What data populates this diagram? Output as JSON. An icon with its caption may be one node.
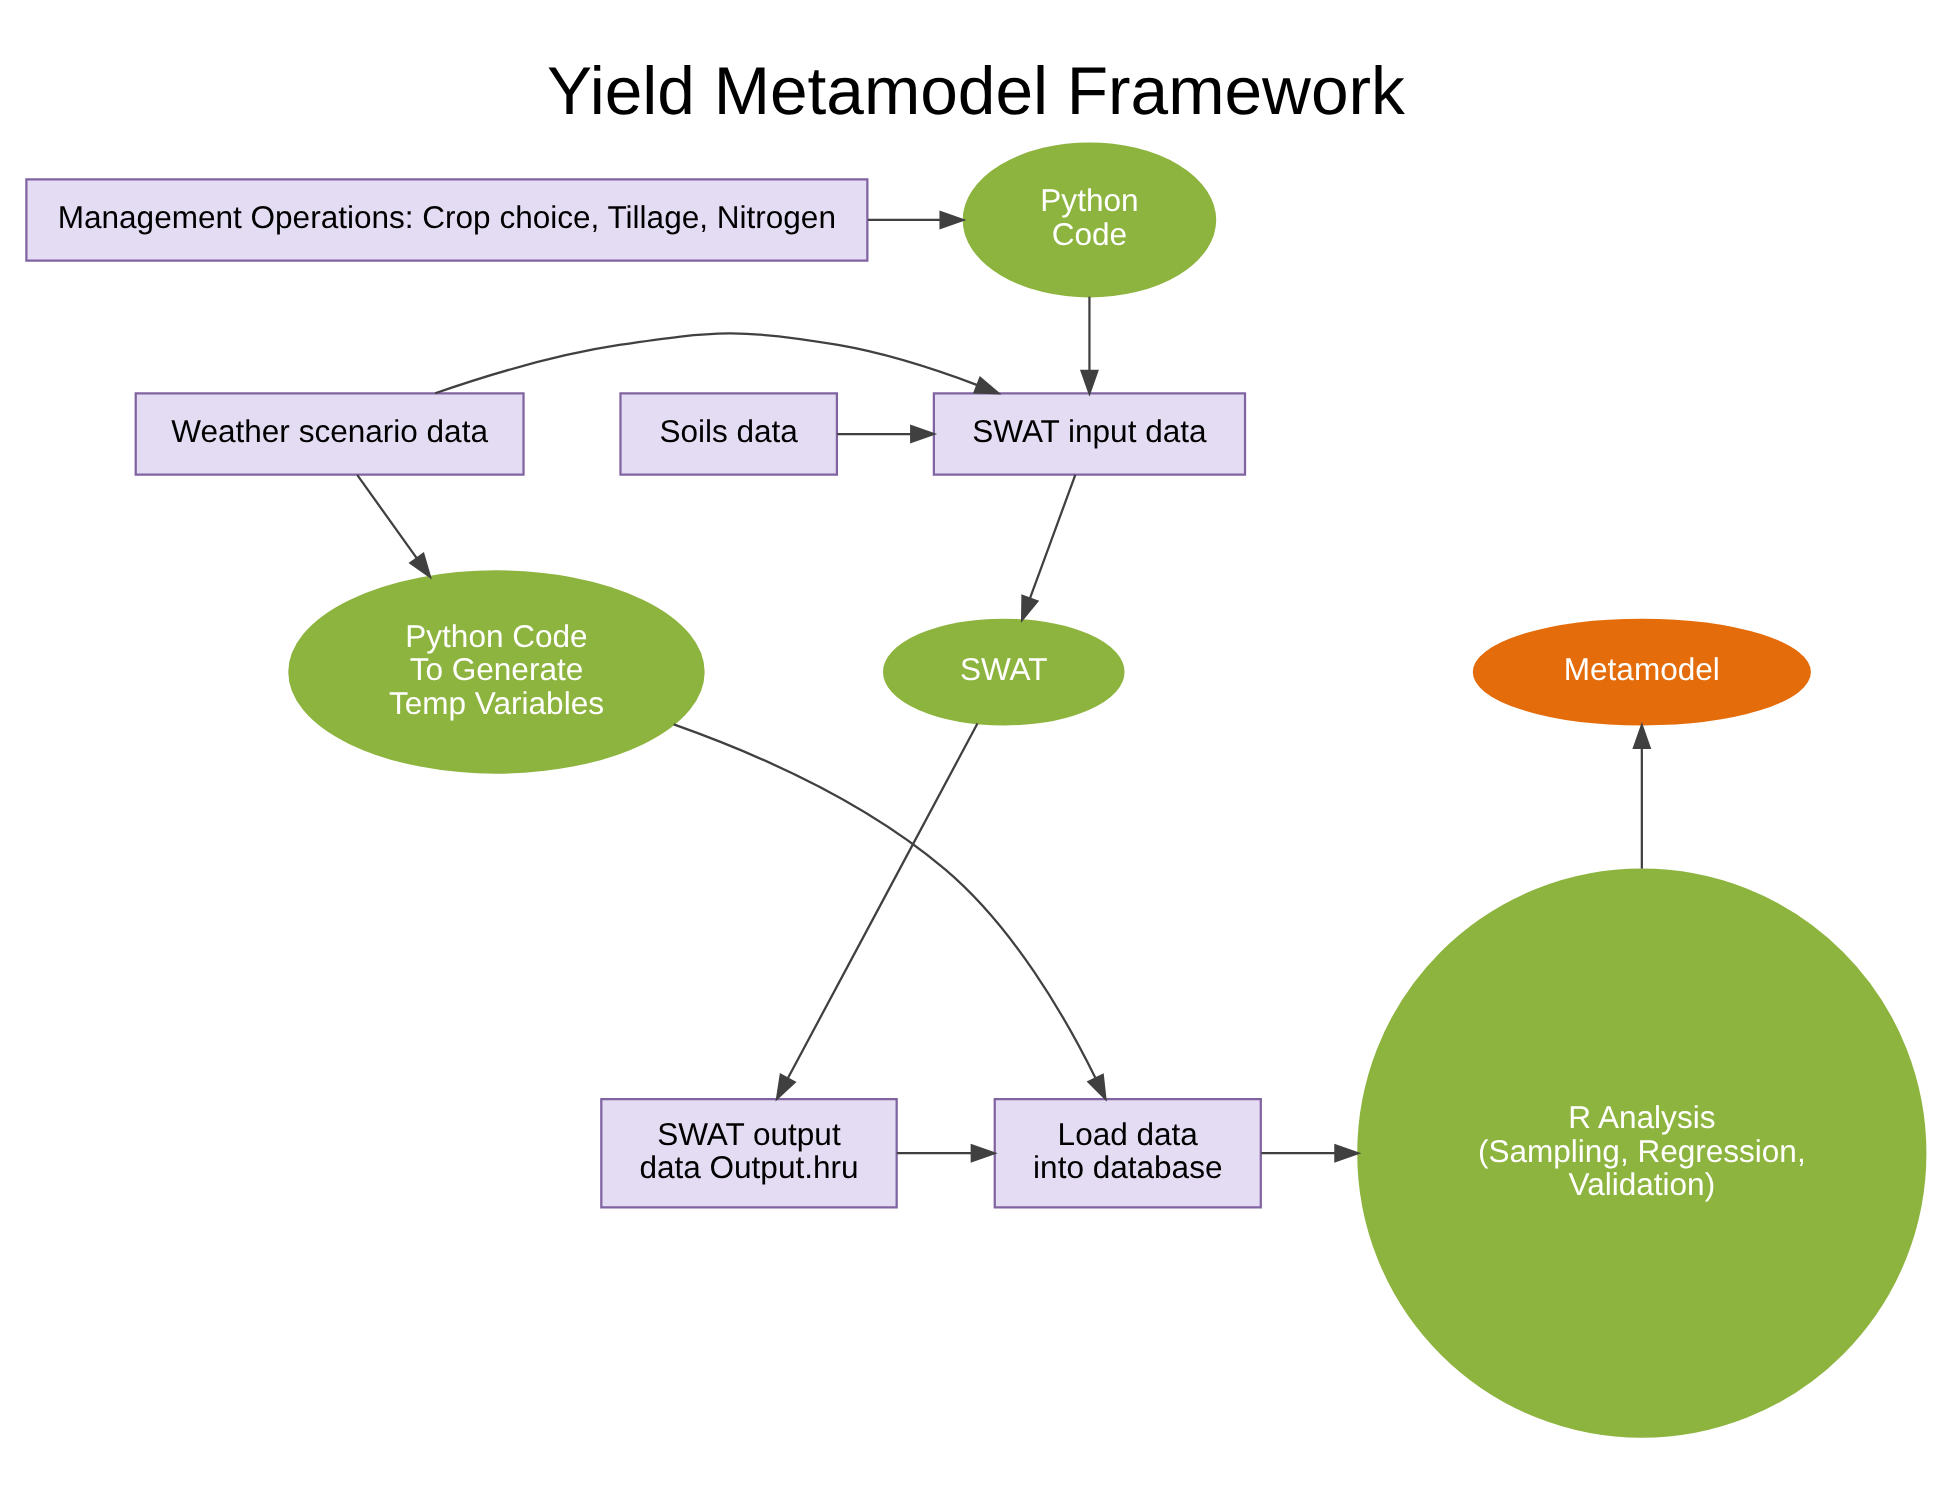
{
  "diagram": {
    "title": "Yield Metamodel Framework",
    "nodes": [
      {
        "text": [
          "Management Operations: Crop choice, Tillage, Nitrogen"
        ]
      },
      {
        "text": [
          "Python Code"
        ]
      },
      {
        "text": [
          "Soils data"
        ]
      },
      {
        "text": [
          "SWAT input data"
        ]
      },
      {
        "text": [
          "Weather scenario data"
        ]
      },
      {
        "text": [
          "SWAT"
        ]
      },
      {
        "text": [
          "Python Code To Generate Temp Variables"
        ]
      },
      {
        "text": [
          "Metamodel"
        ]
      },
      {
        "text": [
          "SWAT output data Output.hru"
        ]
      },
      {
        "text": [
          "Load data into database"
        ]
      },
      {
        "text": [
          "R Analysis (Sampling, Regression, Validation)"
        ]
      }
    ],
    "edges": [
      {
        "from": 0,
        "to": 1,
        "arrow": "to"
      },
      {
        "from": 1,
        "to": 3,
        "arrow": "to"
      },
      {
        "from": 2,
        "to": 3,
        "arrow": "to"
      },
      {
        "from": 4,
        "to": 3,
        "arrow": "to"
      },
      {
        "from": 3,
        "to": 5,
        "arrow": "to"
      },
      {
        "from": 4,
        "to": 6,
        "arrow": "to"
      },
      {
        "from": 5,
        "to": 8,
        "arrow": "to"
      },
      {
        "from": 6,
        "to": 9,
        "arrow": "to"
      },
      {
        "from": 8,
        "to": 9,
        "arrow": "to"
      },
      {
        "from": 9,
        "to": 10,
        "arrow": "to"
      },
      {
        "from": 10,
        "to": 7,
        "arrow": "to"
      }
    ]
  }
}
